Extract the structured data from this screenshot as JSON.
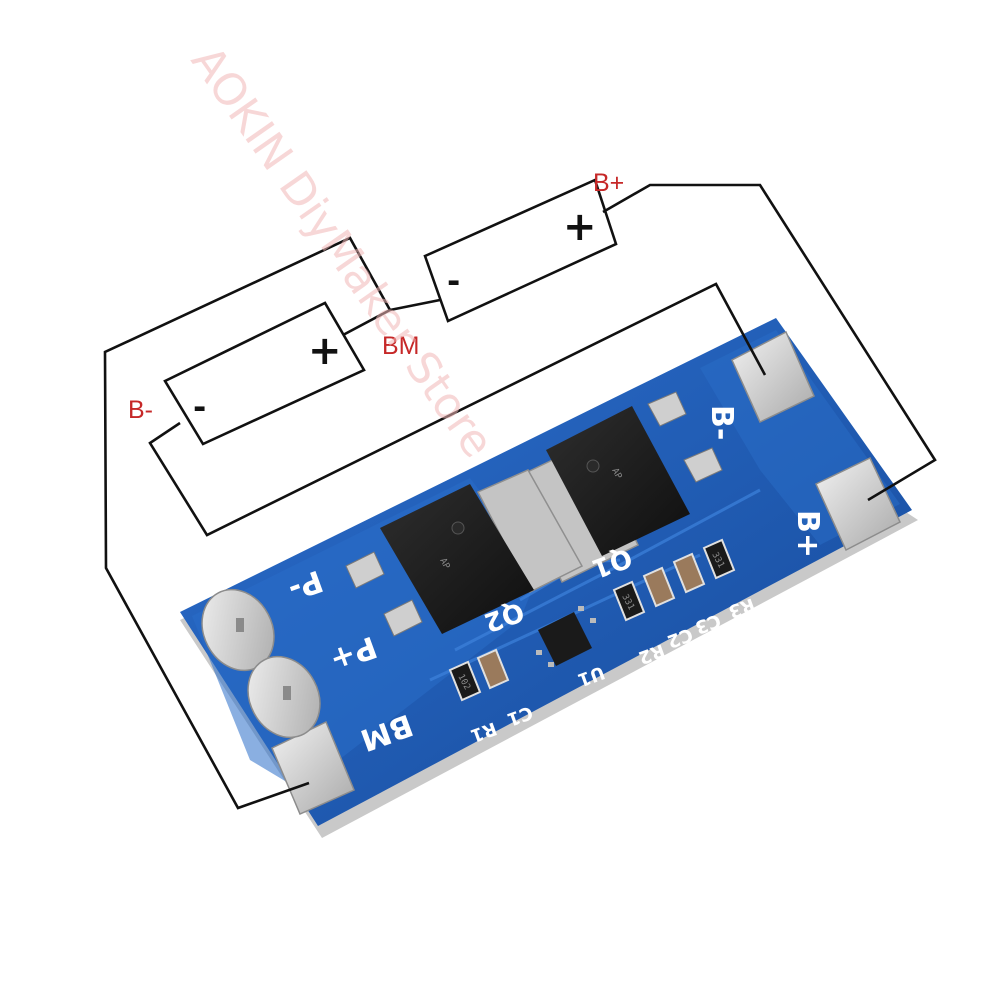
{
  "watermark": "AOKIN DiyMaker Store",
  "labels": {
    "b_plus": "B+",
    "b_minus": "B-",
    "bm": "BM"
  },
  "cells": [
    {
      "id": "upper-cell",
      "plus": "+",
      "minus": "-"
    },
    {
      "id": "lower-cell",
      "plus": "+",
      "minus": "-"
    }
  ],
  "board": {
    "pads": {
      "b_minus": "B-",
      "b_plus": "B+",
      "p_minus": "P-",
      "p_plus": "P+",
      "bm": "BM"
    },
    "mosfets": [
      "Q1",
      "Q2"
    ],
    "ic": "U1",
    "components": {
      "r1": "R1",
      "c1": "C1",
      "r2": "R2",
      "c2": "C2",
      "r3": "R3",
      "c3": "C3"
    },
    "markings": {
      "r1": "102",
      "r2": "331",
      "r3": "331"
    }
  },
  "colors": {
    "wire": "#111111",
    "label_red": "#c62828",
    "pcb_blue": "#1f5fb8",
    "pad_silver": "#d8d8d8",
    "chip_black": "#1b1b1b",
    "watermark": "#f2b8b8"
  }
}
